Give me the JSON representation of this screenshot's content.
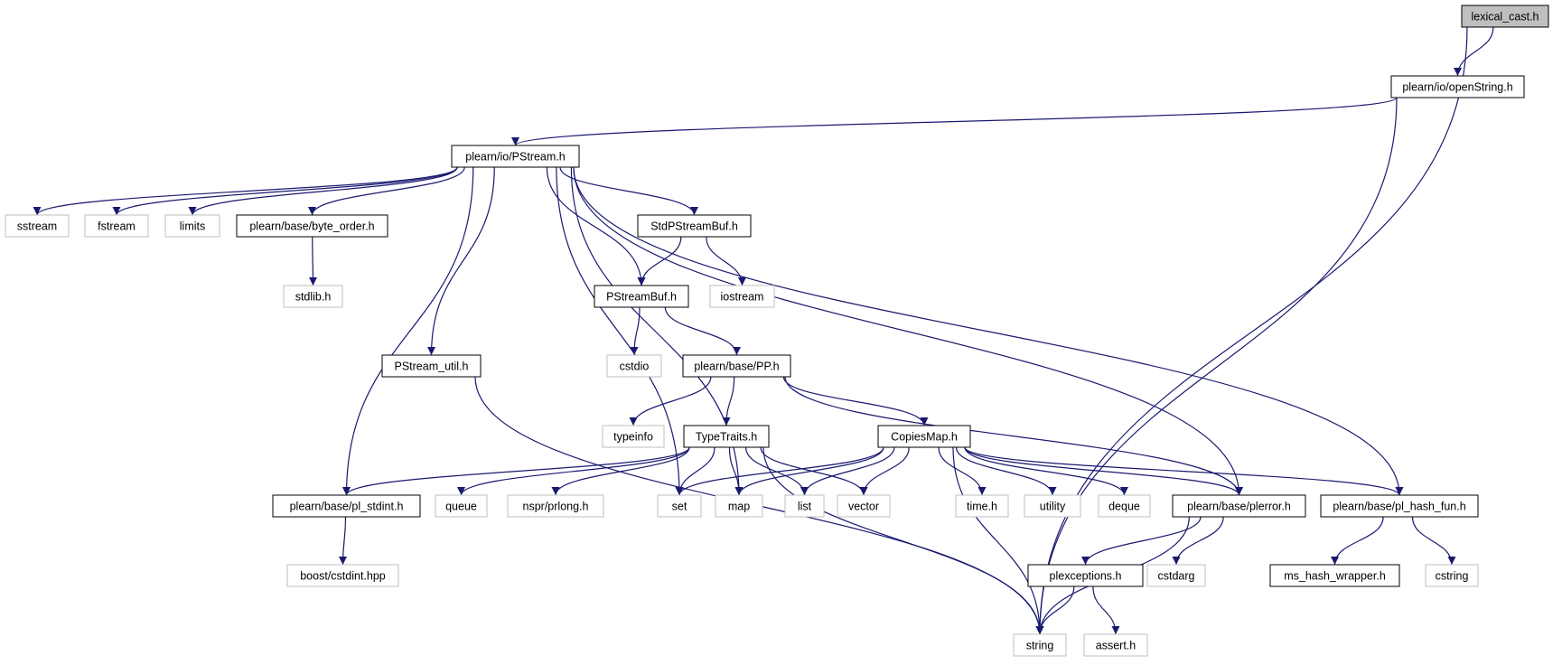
{
  "graph": {
    "edge_color": "#191970",
    "nodes": [
      {
        "id": "lexical_cast",
        "label": "lexical_cast.h",
        "kind": "root",
        "fill": "#bfbfbf"
      },
      {
        "id": "openString",
        "label": "plearn/io/openString.h",
        "kind": "local"
      },
      {
        "id": "PStream",
        "label": "plearn/io/PStream.h",
        "kind": "local"
      },
      {
        "id": "sstream",
        "label": "sstream",
        "kind": "external"
      },
      {
        "id": "fstream",
        "label": "fstream",
        "kind": "external"
      },
      {
        "id": "limits",
        "label": "limits",
        "kind": "external"
      },
      {
        "id": "byte_order",
        "label": "plearn/base/byte_order.h",
        "kind": "local"
      },
      {
        "id": "StdPStreamBuf",
        "label": "StdPStreamBuf.h",
        "kind": "local"
      },
      {
        "id": "stdlib",
        "label": "stdlib.h",
        "kind": "external"
      },
      {
        "id": "PStreamBuf",
        "label": "PStreamBuf.h",
        "kind": "local"
      },
      {
        "id": "iostream",
        "label": "iostream",
        "kind": "external"
      },
      {
        "id": "cstdio",
        "label": "cstdio",
        "kind": "external"
      },
      {
        "id": "PStream_util",
        "label": "PStream_util.h",
        "kind": "local"
      },
      {
        "id": "PP",
        "label": "plearn/base/PP.h",
        "kind": "local"
      },
      {
        "id": "typeinfo",
        "label": "typeinfo",
        "kind": "external"
      },
      {
        "id": "TypeTraits",
        "label": "TypeTraits.h",
        "kind": "local"
      },
      {
        "id": "CopiesMap",
        "label": "CopiesMap.h",
        "kind": "local"
      },
      {
        "id": "pl_stdint",
        "label": "plearn/base/pl_stdint.h",
        "kind": "local"
      },
      {
        "id": "queue",
        "label": "queue",
        "kind": "external"
      },
      {
        "id": "prlong",
        "label": "nspr/prlong.h",
        "kind": "external"
      },
      {
        "id": "set",
        "label": "set",
        "kind": "external"
      },
      {
        "id": "map",
        "label": "map",
        "kind": "external"
      },
      {
        "id": "list",
        "label": "list",
        "kind": "external"
      },
      {
        "id": "vector",
        "label": "vector",
        "kind": "external"
      },
      {
        "id": "time",
        "label": "time.h",
        "kind": "external"
      },
      {
        "id": "utility",
        "label": "utility",
        "kind": "external"
      },
      {
        "id": "deque",
        "label": "deque",
        "kind": "external"
      },
      {
        "id": "plerror",
        "label": "plearn/base/plerror.h",
        "kind": "local"
      },
      {
        "id": "pl_hash_fun",
        "label": "plearn/base/pl_hash_fun.h",
        "kind": "local"
      },
      {
        "id": "boost_cstdint",
        "label": "boost/cstdint.hpp",
        "kind": "external"
      },
      {
        "id": "plexceptions",
        "label": "plexceptions.h",
        "kind": "local"
      },
      {
        "id": "cstdarg",
        "label": "cstdarg",
        "kind": "external"
      },
      {
        "id": "ms_hash_wrapper",
        "label": "ms_hash_wrapper.h",
        "kind": "local"
      },
      {
        "id": "cstring",
        "label": "cstring",
        "kind": "external"
      },
      {
        "id": "string",
        "label": "string",
        "kind": "external"
      },
      {
        "id": "assert",
        "label": "assert.h",
        "kind": "external"
      }
    ],
    "edges": [
      {
        "from": "lexical_cast",
        "to": "openString"
      },
      {
        "from": "lexical_cast",
        "to": "string"
      },
      {
        "from": "openString",
        "to": "PStream"
      },
      {
        "from": "openString",
        "to": "string"
      },
      {
        "from": "PStream",
        "to": "sstream"
      },
      {
        "from": "PStream",
        "to": "fstream"
      },
      {
        "from": "PStream",
        "to": "limits"
      },
      {
        "from": "PStream",
        "to": "byte_order"
      },
      {
        "from": "PStream",
        "to": "StdPStreamBuf"
      },
      {
        "from": "PStream",
        "to": "PStreamBuf"
      },
      {
        "from": "PStream",
        "to": "PStream_util"
      },
      {
        "from": "PStream",
        "to": "pl_stdint"
      },
      {
        "from": "PStream",
        "to": "set"
      },
      {
        "from": "PStream",
        "to": "map"
      },
      {
        "from": "PStream",
        "to": "plerror"
      },
      {
        "from": "PStream",
        "to": "pl_hash_fun"
      },
      {
        "from": "byte_order",
        "to": "stdlib"
      },
      {
        "from": "StdPStreamBuf",
        "to": "PStreamBuf"
      },
      {
        "from": "StdPStreamBuf",
        "to": "iostream"
      },
      {
        "from": "PStreamBuf",
        "to": "cstdio"
      },
      {
        "from": "PStreamBuf",
        "to": "PP"
      },
      {
        "from": "PStream_util",
        "to": "string"
      },
      {
        "from": "PP",
        "to": "typeinfo"
      },
      {
        "from": "PP",
        "to": "TypeTraits"
      },
      {
        "from": "PP",
        "to": "CopiesMap"
      },
      {
        "from": "PP",
        "to": "plerror"
      },
      {
        "from": "TypeTraits",
        "to": "pl_stdint"
      },
      {
        "from": "TypeTraits",
        "to": "queue"
      },
      {
        "from": "TypeTraits",
        "to": "prlong"
      },
      {
        "from": "TypeTraits",
        "to": "set"
      },
      {
        "from": "TypeTraits",
        "to": "map"
      },
      {
        "from": "TypeTraits",
        "to": "list"
      },
      {
        "from": "TypeTraits",
        "to": "vector"
      },
      {
        "from": "TypeTraits",
        "to": "string"
      },
      {
        "from": "CopiesMap",
        "to": "set"
      },
      {
        "from": "CopiesMap",
        "to": "map"
      },
      {
        "from": "CopiesMap",
        "to": "list"
      },
      {
        "from": "CopiesMap",
        "to": "vector"
      },
      {
        "from": "CopiesMap",
        "to": "time"
      },
      {
        "from": "CopiesMap",
        "to": "utility"
      },
      {
        "from": "CopiesMap",
        "to": "deque"
      },
      {
        "from": "CopiesMap",
        "to": "plerror"
      },
      {
        "from": "CopiesMap",
        "to": "pl_hash_fun"
      },
      {
        "from": "CopiesMap",
        "to": "string"
      },
      {
        "from": "pl_stdint",
        "to": "boost_cstdint"
      },
      {
        "from": "plerror",
        "to": "plexceptions"
      },
      {
        "from": "plerror",
        "to": "cstdarg"
      },
      {
        "from": "plerror",
        "to": "string"
      },
      {
        "from": "pl_hash_fun",
        "to": "ms_hash_wrapper"
      },
      {
        "from": "pl_hash_fun",
        "to": "cstring"
      },
      {
        "from": "plexceptions",
        "to": "string"
      },
      {
        "from": "plexceptions",
        "to": "assert"
      }
    ]
  }
}
